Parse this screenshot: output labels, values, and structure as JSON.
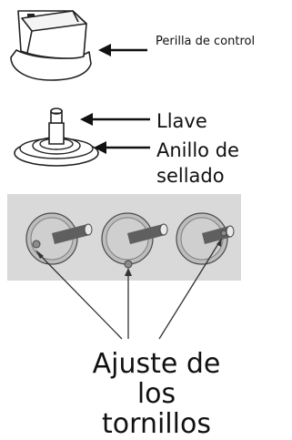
{
  "labels": {
    "knob": "Perilla de control",
    "key": "Llave",
    "sealing_ring": [
      "Anillo de",
      "sellado"
    ],
    "screws": [
      "Ajuste de",
      "los",
      "tornillos"
    ]
  },
  "colors": {
    "line": "#222222",
    "panel": "#d9d9d9",
    "ring": "#7f7f7f"
  },
  "icons": [
    "control-knob-icon",
    "valve-key-icon",
    "sealing-ring-icon",
    "adjustment-screw-icon"
  ]
}
